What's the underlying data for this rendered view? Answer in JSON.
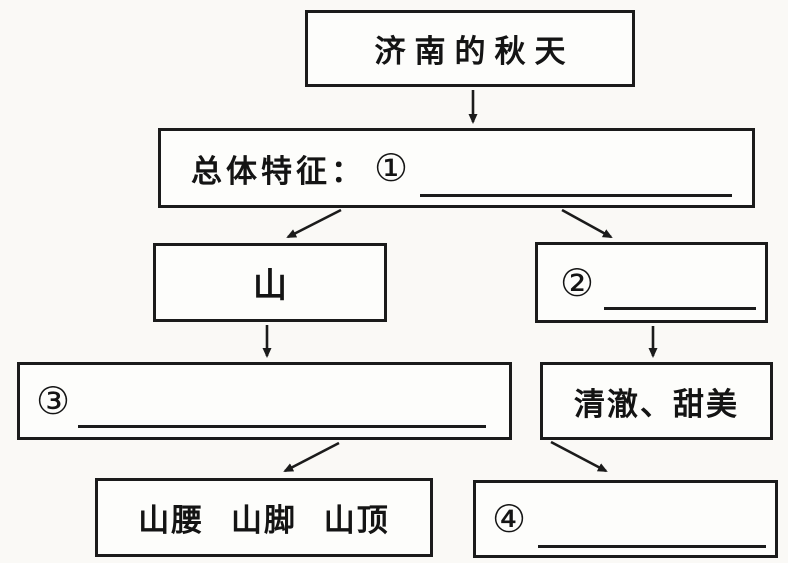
{
  "colors": {
    "page_bg": "#faf9f6",
    "box_bg": "#fdfdfb",
    "line_and_border": "#1b1b1b",
    "text": "#141414"
  },
  "diagram": {
    "nodes": {
      "title": {
        "text": "济南的秋天"
      },
      "overall": {
        "label": "总体特征：",
        "number": "①"
      },
      "mountain": {
        "text": "山"
      },
      "item2": {
        "number": "②"
      },
      "item3": {
        "number": "③"
      },
      "water": {
        "text": "清澈、甜美"
      },
      "mountain_parts": {
        "text": "山腰 山脚 山顶"
      },
      "item4": {
        "number": "④"
      }
    },
    "edges": [
      {
        "from": "title",
        "to": "overall"
      },
      {
        "from": "overall",
        "to": "mountain"
      },
      {
        "from": "overall",
        "to": "item2"
      },
      {
        "from": "mountain",
        "to": "item3"
      },
      {
        "from": "item2",
        "to": "water"
      },
      {
        "from": "item3",
        "to": "mountain_parts"
      },
      {
        "from": "water",
        "to": "item4"
      }
    ]
  }
}
